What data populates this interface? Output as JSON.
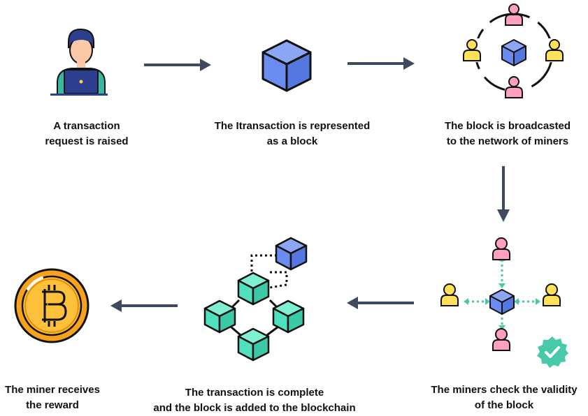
{
  "steps": [
    {
      "id": "request",
      "line1": "A transaction",
      "line2": "request is raised"
    },
    {
      "id": "represented",
      "line1": "The Itransaction is represented",
      "line2": "as a block"
    },
    {
      "id": "broadcast",
      "line1": "The block is broadcasted",
      "line2": "to the network of miners"
    },
    {
      "id": "validate",
      "line1": "The miners check the validity",
      "line2": "of the block"
    },
    {
      "id": "added",
      "line1": "The transaction is complete",
      "line2": "and the block is added to the blockchain"
    },
    {
      "id": "reward",
      "line1": "The miner receives",
      "line2": "the reward"
    }
  ],
  "colors": {
    "arrow": "#404a5e",
    "block_blue": "#6a8cf0",
    "block_teal": "#4fe0bf",
    "miner_yellow": "#ffe15a",
    "miner_pink": "#ff9fc2",
    "coin_gold": "#f7a21b",
    "check_badge": "#48c9a8",
    "user_shirt": "#36b9a0",
    "laptop": "#2b3f8e"
  },
  "icons": [
    "user-laptop-icon",
    "cube-icon",
    "miner-network-icon",
    "miner-validation-icon",
    "blockchain-icon",
    "bitcoin-coin-icon",
    "check-badge-icon"
  ]
}
